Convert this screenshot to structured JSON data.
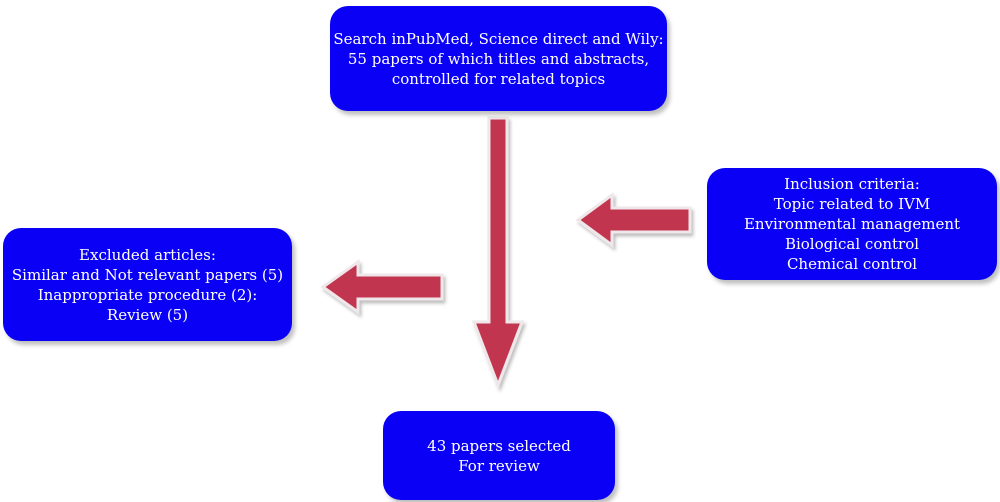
{
  "colors": {
    "box_fill": "#0a00f5",
    "box_text": "#ffffff",
    "arrow_fill": "#c23550",
    "arrow_outline": "#efe7e9"
  },
  "boxes": {
    "search": {
      "lines": [
        "Search inPubMed, Science direct and Wily:",
        "55 papers of which titles and abstracts,",
        "controlled for related topics"
      ]
    },
    "inclusion": {
      "lines": [
        "Inclusion criteria:",
        "Topic related to IVM",
        "Environmental management",
        "Biological control",
        "Chemical control"
      ]
    },
    "excluded": {
      "lines": [
        "Excluded articles:",
        "Similar and Not relevant papers (5)",
        "Inappropriate procedure (2):",
        "Review (5)"
      ]
    },
    "selected": {
      "lines": [
        "43 papers selected",
        "For review"
      ]
    }
  }
}
